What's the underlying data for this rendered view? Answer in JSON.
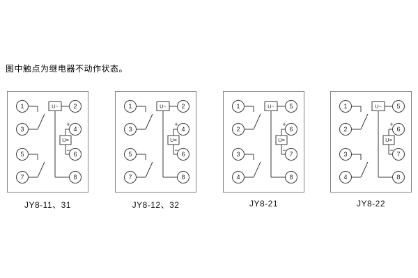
{
  "page": {
    "background": "#ffffff",
    "note": "图中触点为继电器不动作状态。"
  },
  "symbols": {
    "ac": "U~",
    "dc": "U=",
    "plus": "+",
    "minus": "−"
  },
  "diagrams": [
    {
      "label": "JY8-11、31",
      "left_terminals": [
        "1",
        "3",
        "5",
        "7"
      ],
      "right_terminals": [
        "2",
        "4",
        "6",
        "8"
      ]
    },
    {
      "label": "JY8-12、32",
      "left_terminals": [
        "1",
        "3",
        "5",
        "7"
      ],
      "right_terminals": [
        "2",
        "4",
        "6",
        "8"
      ]
    },
    {
      "label": "JY8-21",
      "left_terminals": [
        "1",
        "2",
        "3",
        "4"
      ],
      "right_terminals": [
        "5",
        "6",
        "7",
        "8"
      ]
    },
    {
      "label": "JY8-22",
      "left_terminals": [
        "1",
        "2",
        "3",
        "4"
      ],
      "right_terminals": [
        "5",
        "6",
        "7",
        "8"
      ]
    }
  ]
}
